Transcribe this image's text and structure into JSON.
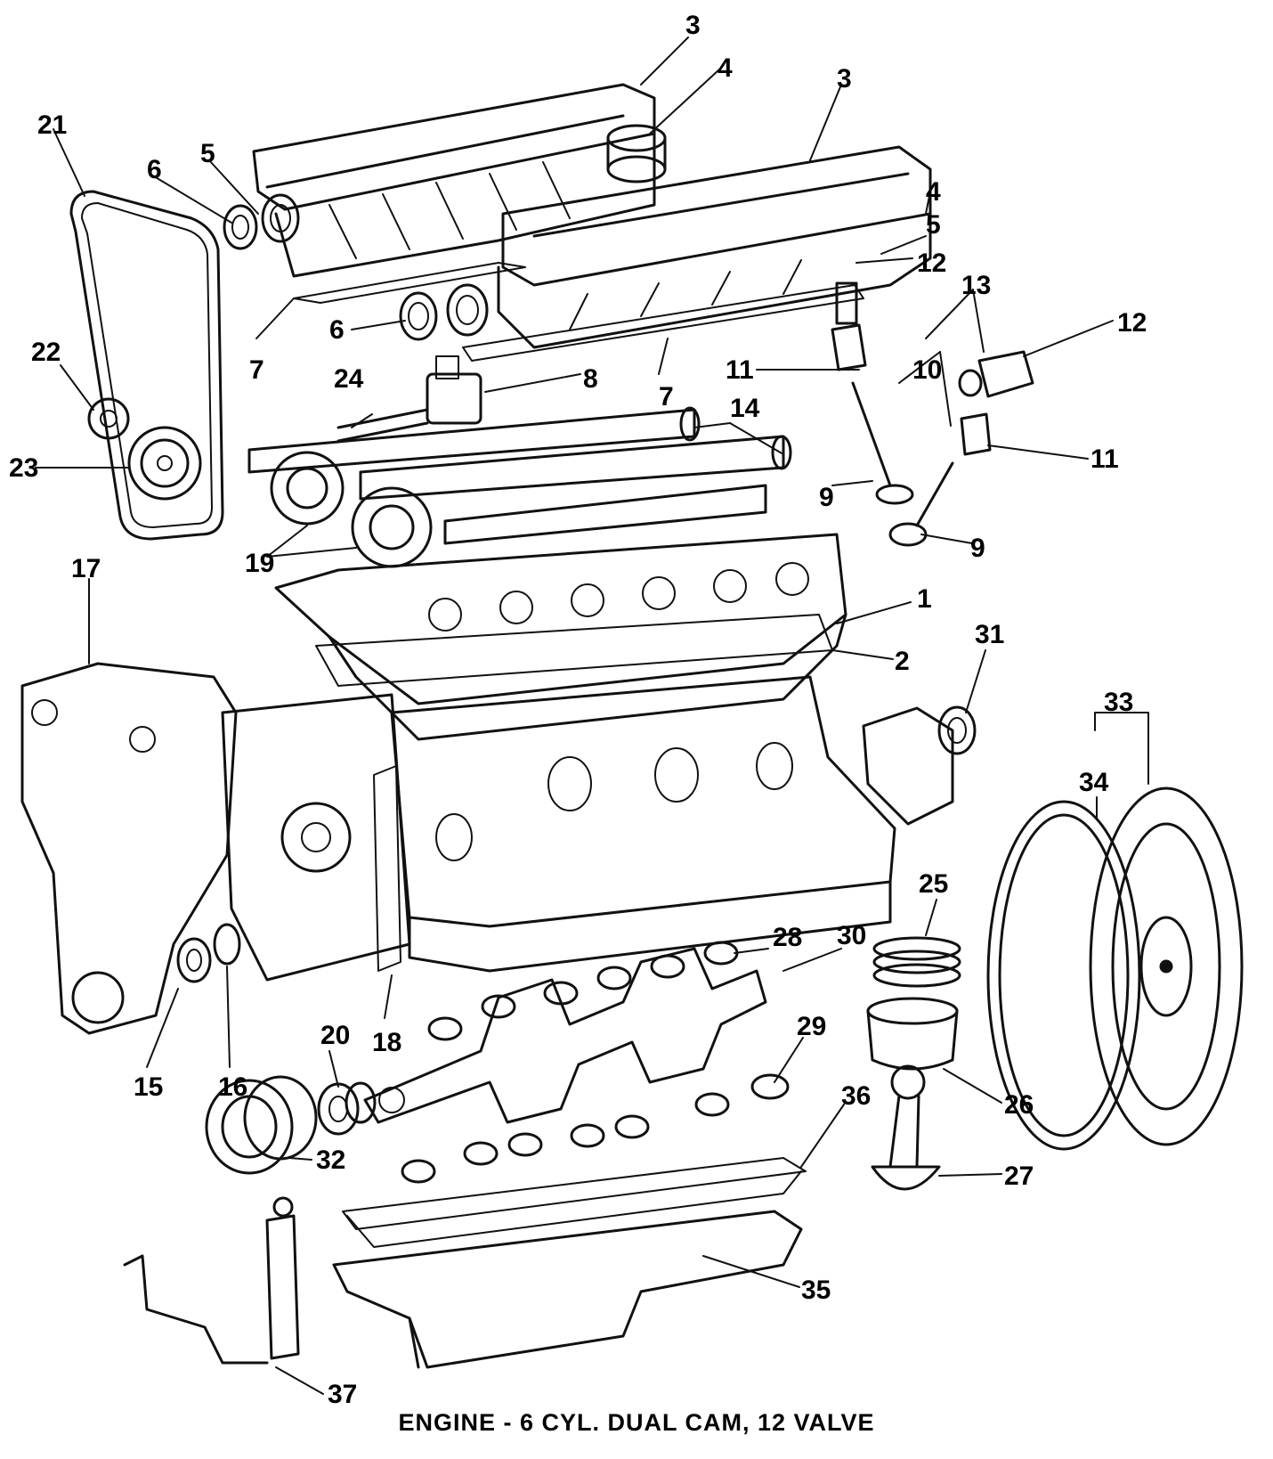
{
  "caption": "ENGINE - 6 CYL. DUAL CAM, 12 VALVE",
  "callouts": [
    "1",
    "2",
    "3",
    "3",
    "4",
    "4",
    "5",
    "5",
    "6",
    "6",
    "7",
    "7",
    "8",
    "9",
    "9",
    "10",
    "11",
    "11",
    "12",
    "12",
    "13",
    "14",
    "15",
    "16",
    "17",
    "18",
    "19",
    "20",
    "21",
    "22",
    "23",
    "24",
    "25",
    "26",
    "27",
    "28",
    "29",
    "30",
    "31",
    "32",
    "33",
    "34",
    "35",
    "36",
    "37"
  ],
  "colors": {
    "ink": "#111111",
    "background": "#ffffff"
  }
}
